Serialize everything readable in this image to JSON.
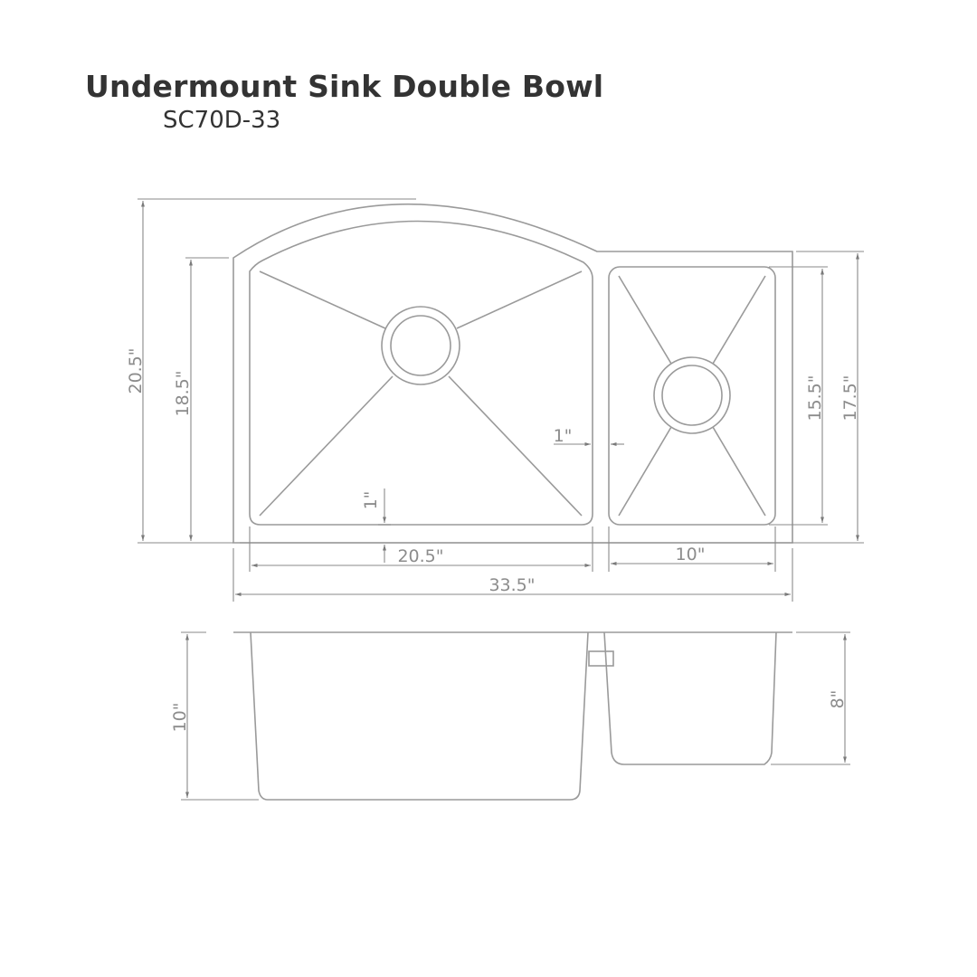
{
  "header": {
    "title": "Undermount Sink Double Bowl",
    "model": "SC70D-33"
  },
  "top_view": {
    "overall_depth": "20.5\"",
    "large_bowl_depth": "18.5\"",
    "small_bowl_depth": "15.5\"",
    "right_side_depth": "17.5\"",
    "divider_width": "1\"",
    "rim_offset": "1\"",
    "large_bowl_width": "20.5\"",
    "small_bowl_width": "10\"",
    "overall_width": "33.5\""
  },
  "side_view": {
    "large_bowl_height": "10\"",
    "small_bowl_height": "8\""
  },
  "colors": {
    "title_text": "#333333",
    "line": "#9a9a9a",
    "dimension_text": "#8c8c8c"
  }
}
